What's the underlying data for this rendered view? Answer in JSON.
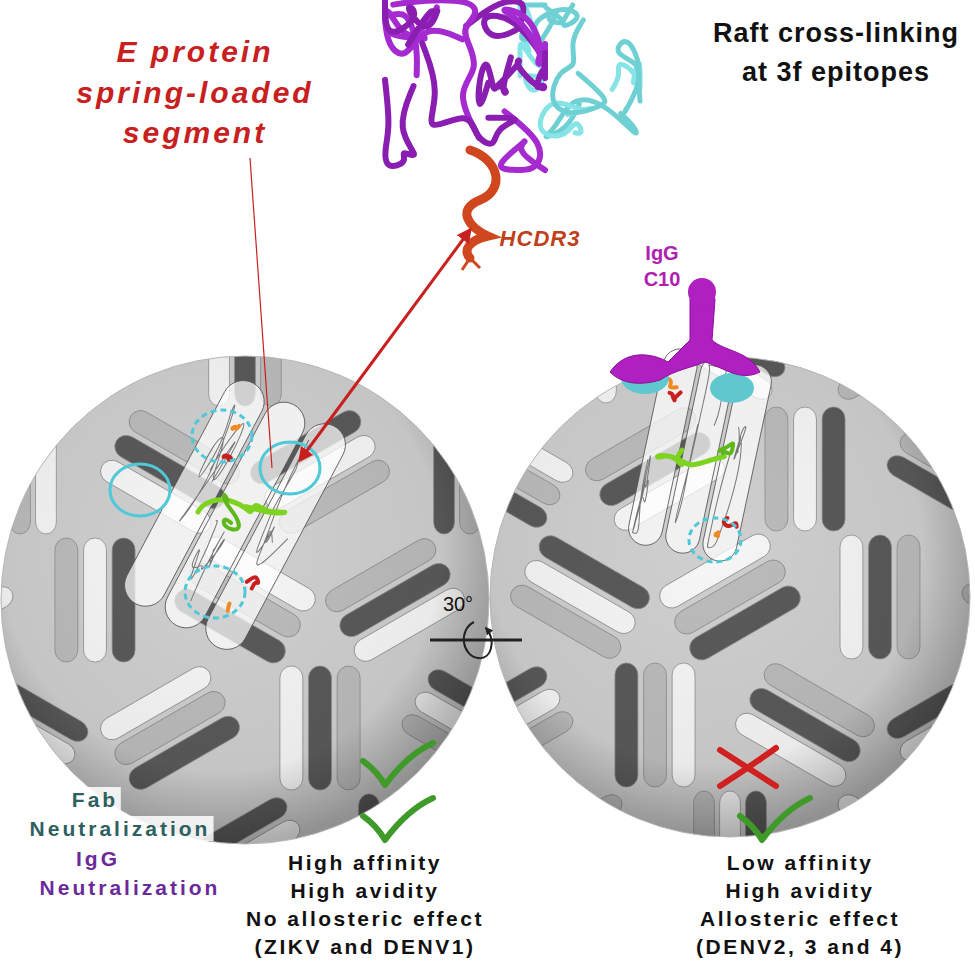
{
  "diagram": {
    "labels": [
      "E protein spring-loaded segment",
      "HCDR3",
      "Raft cross-linking at 3f epitopes",
      "IgG C10",
      "30°",
      "Fab",
      "Neutralization",
      "IgG",
      "Neutralization",
      "High affinity",
      "High avidity",
      "No allosteric effect",
      "(ZIKV and DENV1)",
      "Low affinity",
      "High avidity",
      "Allosteric effect",
      "(DENV2, 3 and 4)"
    ]
  }
}
